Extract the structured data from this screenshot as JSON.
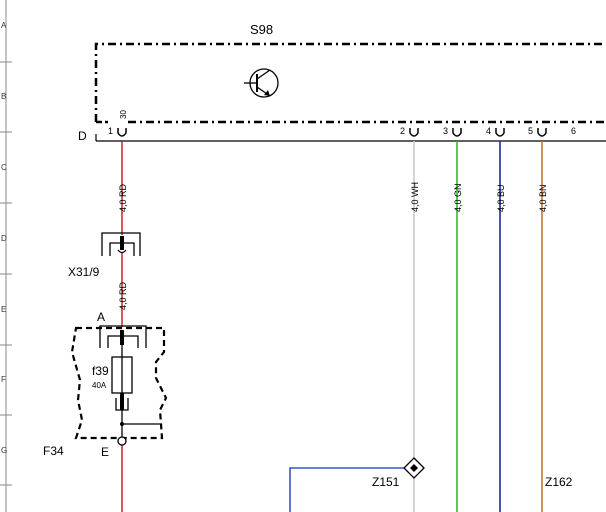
{
  "component_s98": "S98",
  "connector_x": "X31/9",
  "fuse_box": "F34",
  "fuse_label": "f39",
  "fuse_rating": "40A",
  "label_A": "A",
  "label_E": "E",
  "label_D": "D",
  "splice_label": "Z151",
  "splice_label_2": "Z162",
  "terminal_30": "30",
  "rail_letters": [
    "A",
    "B",
    "C",
    "D",
    "E",
    "F",
    "G"
  ],
  "pins": [
    {
      "num": "1",
      "wire": "",
      "color": "#cc0000"
    },
    {
      "num": "2",
      "wire": "4,0 WH",
      "color": "#c8c8c8"
    },
    {
      "num": "3",
      "wire": "4,0 GN",
      "color": "#33bb33"
    },
    {
      "num": "4",
      "wire": "4,0 BU",
      "color": "#1a2a99"
    },
    {
      "num": "5",
      "wire": "4,0 BN",
      "color": "#c07a3a"
    },
    {
      "num": "6",
      "wire": "",
      "color": "#000000"
    }
  ],
  "wire_red_1": "4,0 RD",
  "wire_red_2": "4,0 RD",
  "colors": {
    "red": "#cc0000",
    "white_wire": "#c8c8c8",
    "green": "#33bb33",
    "blue": "#1a2a99",
    "brown": "#c07a3a",
    "feed_blue": "#3355cc"
  }
}
